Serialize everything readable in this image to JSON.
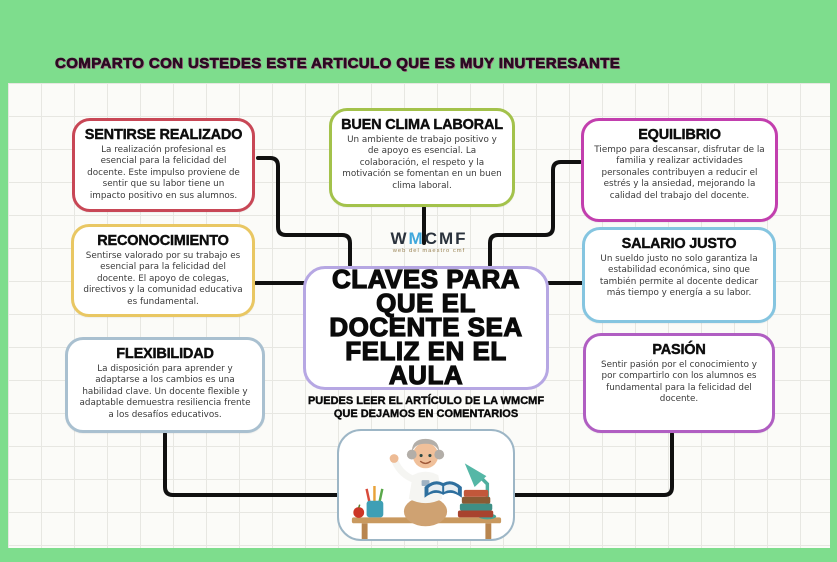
{
  "banner": {
    "text": "COMPARTO CON USTEDES ESTE ARTICULO QUE ES MUY INUTERESANTE"
  },
  "logo": {
    "text": "WMCMF",
    "part_w": "W",
    "part_m": "M",
    "part_rest": "CMF",
    "tagline": "web del maestro cmf"
  },
  "center": {
    "title": "CLAVES PARA QUE EL DOCENTE SEA FELIZ EN EL AULA",
    "title_lines": [
      "CLAVES PARA",
      "QUE EL",
      "DOCENTE SEA",
      "FELIZ EN EL",
      "AULA"
    ],
    "subtitle_line1": "PUEDES LEER EL ARTÍCULO DE LA WMCMF",
    "subtitle_line2": "QUE DEJAMOS EN COMENTARIOS"
  },
  "nodes": [
    {
      "id": "sentirse-realizado",
      "title": "SENTIRSE REALIZADO",
      "body": "La realización profesional es esencial para la felicidad del docente. Este impulso proviene de sentir que su labor tiene un impacto positivo en sus alumnos.",
      "border_color": "#c84756"
    },
    {
      "id": "reconocimiento",
      "title": "RECONOCIMIENTO",
      "body": "Sentirse valorado por su trabajo es esencial para la felicidad del docente. El apoyo de colegas, directivos y la comunidad educativa es fundamental.",
      "border_color": "#e9c763"
    },
    {
      "id": "flexibilidad",
      "title": "FLEXIBILIDAD",
      "body": "La disposición para aprender y adaptarse a los cambios es una habilidad clave. Un docente flexible y adaptable demuestra resiliencia frente a los desafíos educativos.",
      "border_color": "#a9c0d0"
    },
    {
      "id": "buen-clima-laboral",
      "title": "BUEN CLIMA LABORAL",
      "body": "Un ambiente de trabajo positivo y de apoyo es esencial. La colaboración, el respeto y la motivación se fomentan en un buen clima laboral.",
      "border_color": "#a3c24b"
    },
    {
      "id": "equilibrio",
      "title": "EQUILIBRIO",
      "body": "Tiempo para descansar, disfrutar de la familia y realizar actividades personales contribuyen a reducir el estrés y la ansiedad, mejorando la calidad del trabajo del docente.",
      "border_color": "#c23fae"
    },
    {
      "id": "salario-justo",
      "title": "SALARIO JUSTO",
      "body": "Un sueldo justo no solo garantiza la estabilidad económica, sino que también permite al docente dedicar más tiempo y energía a su labor.",
      "border_color": "#85c5e0"
    },
    {
      "id": "pasion",
      "title": "PASIÓN",
      "body": "Sentir pasión por el conocimiento y por compartirlo con los alumnos es fundamental para la felicidad del docente.",
      "border_color": "#b05ec2"
    }
  ],
  "colors": {
    "frame_green": "#7edd8d",
    "canvas_bg": "#fbfbf8",
    "grid_line": "#e7e7e2",
    "connector": "#101010",
    "central_border": "#b6a7e3",
    "teacher_border": "#9db6c6",
    "banner_text": "#2b0a22",
    "banner_glow": "#d8178c",
    "logo_dark": "#2a323c",
    "logo_blue": "#41a8dc"
  }
}
